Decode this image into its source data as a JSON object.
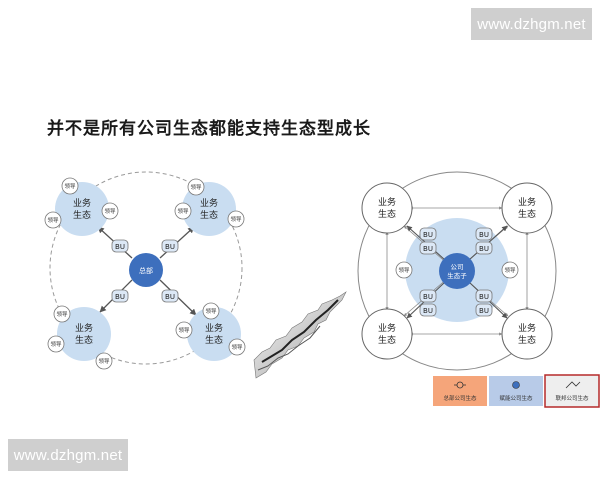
{
  "watermark_top": "www.dzhgm.net",
  "watermark_bottom": "www.dzhgm.net",
  "title": "并不是所有公司生态都能支持生态型成长",
  "left_diagram": {
    "center_label": "总部",
    "bu_label": "BU",
    "node_label_line1": "业务",
    "node_label_line2": "生态",
    "satellite_label": "领导"
  },
  "right_diagram": {
    "center_label_line1": "公司",
    "center_label_line2": "生态子",
    "bu_label": "BU",
    "node_label_line1": "业务",
    "node_label_line2": "生态",
    "satellite_label": "领导"
  },
  "legend": [
    {
      "label": "总部公司生态",
      "color": "#f5a57a"
    },
    {
      "label": "赋能公司生态",
      "color": "#b8cbe8"
    },
    {
      "label": "联邦公司生态",
      "color": "#eeeeee"
    }
  ],
  "colors": {
    "node_fill": "#c9ddf1",
    "center_fill": "#3d6fbd",
    "bu_fill": "#dce8f6",
    "line": "#555555",
    "highlight_border": "#b52a2a"
  }
}
